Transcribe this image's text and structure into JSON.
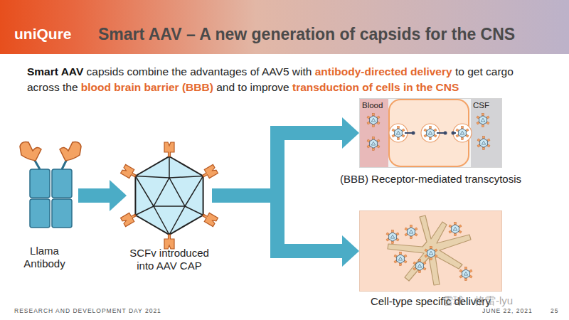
{
  "diagram": {
    "title": "Smart AAV – A new generation of capsids for the CNS",
    "nodes": [
      {
        "text": [
          "Llama Antibody"
        ]
      },
      {
        "text": [
          "SCFv introduced into AAV CAP"
        ]
      },
      {
        "text": [
          "(BBB) Receptor-mediated transcytosis"
        ]
      },
      {
        "text": [
          "Blood"
        ],
        "in": 2
      },
      {
        "text": [
          "CSF"
        ],
        "in": 2
      },
      {
        "text": [
          "Cell-type specific delivery"
        ]
      }
    ],
    "edges": [
      {
        "from": 0,
        "to": 1,
        "arrow": "to"
      },
      {
        "from": 1,
        "to": 2,
        "arrow": "to"
      },
      {
        "from": 1,
        "to": 5,
        "arrow": "to"
      }
    ],
    "labels": [
      "uniQure",
      "Smart AAV",
      "capsids combine the advantages of AAV5 with",
      "antibody-directed delivery",
      "to get cargo across the",
      "blood brain barrier (BBB)",
      "and to improve",
      "transduction of cells in the CNS",
      "RESEARCH AND DEVELOPMENT DAY 2021",
      "JUNE 22, 2021",
      "25",
      "雪球：格雷-lyu"
    ]
  }
}
